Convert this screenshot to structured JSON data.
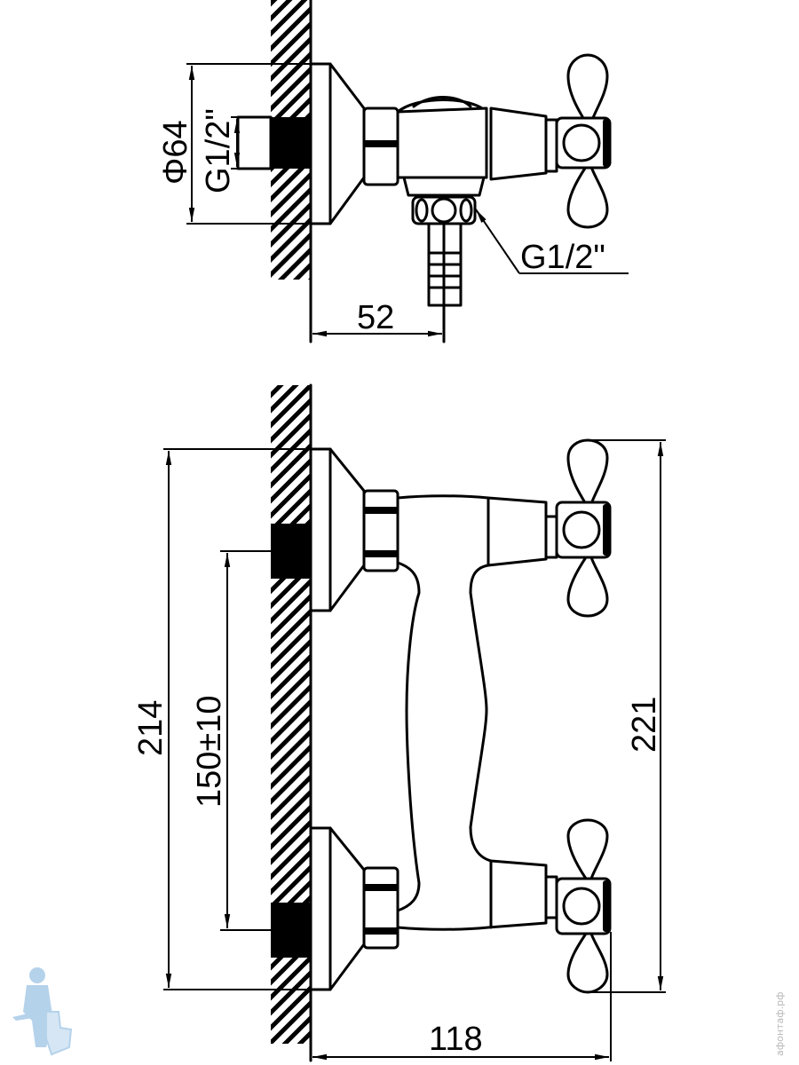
{
  "drawing": {
    "title": "Wall-mounted two-handle shower mixer — dimensional drawing",
    "line_color": "#000000",
    "background": "#ffffff",
    "top_view": {
      "labels": {
        "flange_diameter": "Φ64",
        "inlet_thread": "G1/2\"",
        "outlet_thread": "G1/2\"",
        "projection": "52"
      }
    },
    "front_view": {
      "labels": {
        "overall_height": "214",
        "inlet_centers": "150±10",
        "handle_span": "221",
        "projection": "118"
      }
    }
  },
  "watermark": {
    "text": "афонтаф.рф",
    "color": "#b8b8b8",
    "logo": "plumber-with-toilet-logo",
    "logo_color": "#a9cbe8"
  }
}
